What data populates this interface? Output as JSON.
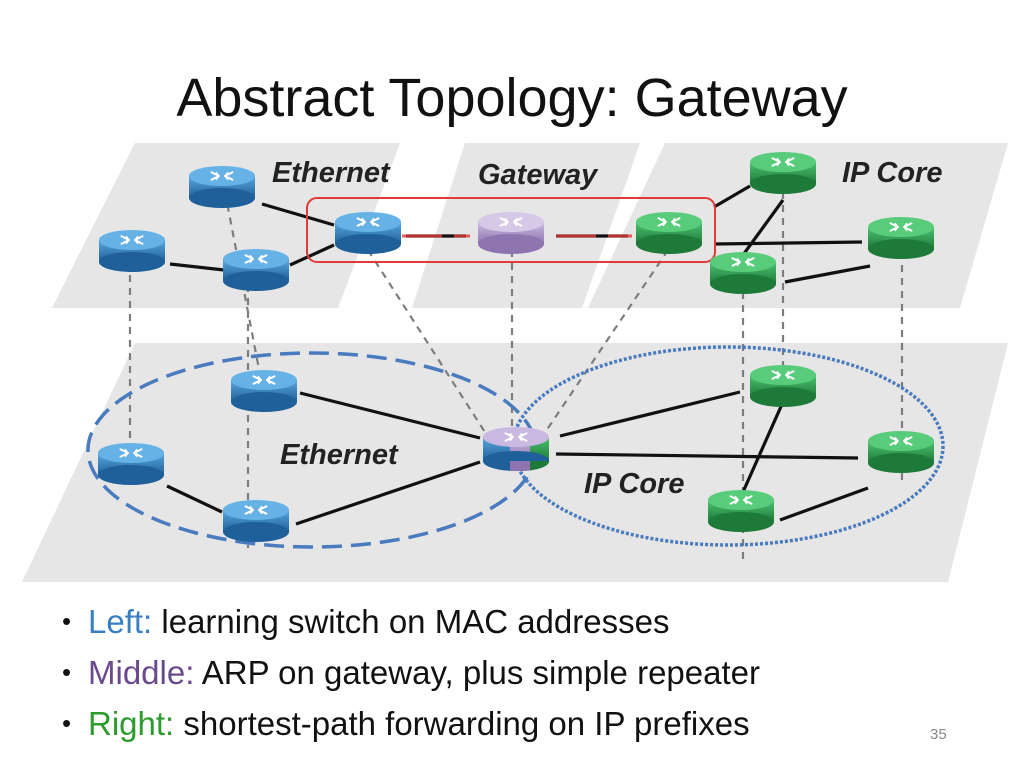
{
  "slide": {
    "title": "Abstract Topology: Gateway",
    "page_number": "35"
  },
  "diagram": {
    "top_layer_labels": {
      "left": "Ethernet",
      "middle": "Gateway",
      "right": "IP Core"
    },
    "bottom_layer_labels": {
      "left": "Ethernet",
      "right": "IP Core"
    },
    "colors": {
      "ethernet": "#3a86c4",
      "gateway": "#b09bc9",
      "ip_core": "#2e9b4c",
      "highlight_box": "#e23a3a",
      "ethernet_boundary": "#4a7bbf",
      "ip_core_boundary": "#4a7bbf",
      "plane": "#e4e4e4"
    }
  },
  "bullets": [
    {
      "prefix": "Left:",
      "text": "learning switch on MAC addresses",
      "color": "#3a7fc1"
    },
    {
      "prefix": "Middle:",
      "text": "ARP on gateway, plus simple repeater",
      "color": "#6b4a8c"
    },
    {
      "prefix": "Right:",
      "text": "shortest-path forwarding on IP prefixes",
      "color": "#2e9b2e"
    }
  ]
}
